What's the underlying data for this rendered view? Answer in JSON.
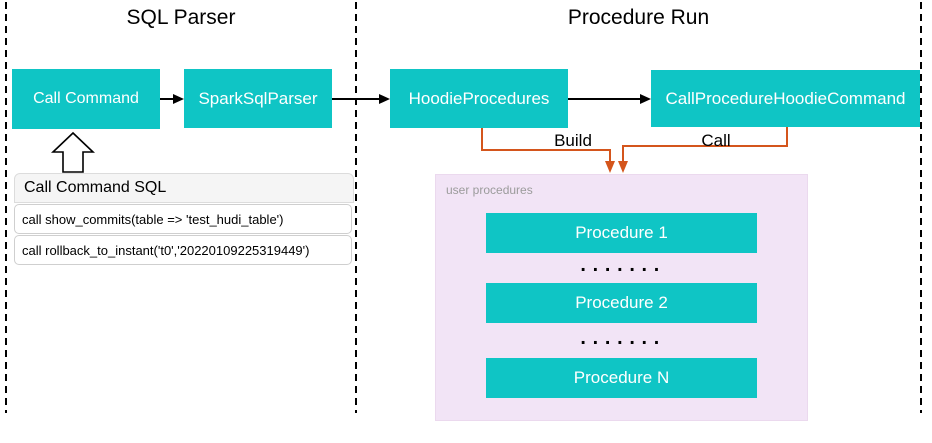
{
  "sections": {
    "sql_parser": {
      "title": "SQL Parser"
    },
    "procedure_run": {
      "title": "Procedure Run"
    }
  },
  "nodes": {
    "call_command": {
      "label": "Call Command"
    },
    "spark_sql_parser": {
      "label": "SparkSqlParser"
    },
    "hoodie_procedures": {
      "label": "HoodieProcedures"
    },
    "call_procedure_hoodie_command": {
      "label": "CallProcedureHoodieCommand"
    }
  },
  "edges": {
    "build_label": "Build",
    "call_label": "Call"
  },
  "sql_panel": {
    "header": "Call Command SQL",
    "rows": [
      "call show_commits(table => 'test_hudi_table')",
      "call rollback_to_instant('t0','20220109225319449')"
    ]
  },
  "user_procedures": {
    "label": "user procedures",
    "items": [
      "Procedure 1",
      "Procedure 2",
      "Procedure N"
    ],
    "ellipsis": "......."
  },
  "colors": {
    "node_teal": "#0FC5C5",
    "connector_orange": "#D4551C",
    "panel_pink": "#F2E4F6",
    "arrow_black": "#000000",
    "muted_gray": "#9B9B9B"
  }
}
